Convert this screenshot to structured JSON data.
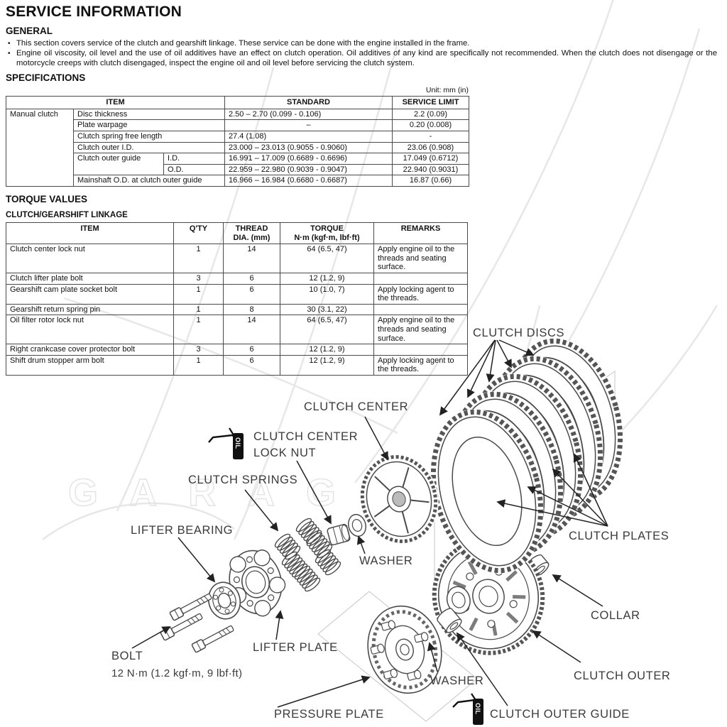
{
  "title": "SERVICE INFORMATION",
  "general": {
    "heading": "GENERAL",
    "bullets": [
      "This section covers service of the clutch and gearshift linkage. These service can be done with the engine installed in the frame.",
      "Engine oil viscosity, oil level and the use of oil additives have an effect on clutch operation. Oil additives of any kind are specifically not recommended. When the clutch does not disengage or the motorcycle creeps with clutch disengaged, inspect the engine oil and oil level before servicing the clutch system."
    ]
  },
  "specifications": {
    "heading": "SPECIFICATIONS",
    "unit_note": "Unit: mm (in)",
    "table": {
      "headers": [
        "ITEM",
        "STANDARD",
        "SERVICE LIMIT"
      ],
      "group": "Manual clutch",
      "rows": [
        {
          "item": "Disc thickness",
          "standard": "2.50 – 2.70 (0.099 - 0.106)",
          "limit": "2.2 (0.09)"
        },
        {
          "item": "Plate warpage",
          "standard": "–",
          "limit": "0.20 (0.008)"
        },
        {
          "item": "Clutch spring free length",
          "standard": "27.4 (1.08)",
          "limit": "-"
        },
        {
          "item": "Clutch outer I.D.",
          "standard": "23.000 – 23.013 (0.9055 - 0.9060)",
          "limit": "23.06 (0.908)"
        },
        {
          "item": "Clutch outer guide",
          "sub": "I.D.",
          "standard": "16.991 – 17.009 (0.6689 - 0.6696)",
          "limit": "17.049 (0.6712)"
        },
        {
          "sub": "O.D.",
          "standard": "22.959 – 22.980 (0.9039 - 0.9047)",
          "limit": "22.940 (0.9031)"
        },
        {
          "item": "Mainshaft O.D. at clutch outer guide",
          "standard": "16.966 – 16.984 (0.6680 - 0.6687)",
          "limit": "16.87 (0.66)"
        }
      ]
    }
  },
  "torque": {
    "heading": "TORQUE VALUES",
    "subheading": "CLUTCH/GEARSHIFT LINKAGE",
    "table": {
      "headers": {
        "item": "ITEM",
        "qty": "Q'TY",
        "thread": "THREAD\nDIA. (mm)",
        "torque": "TORQUE\nN·m (kgf·m, lbf·ft)",
        "remarks": "REMARKS"
      },
      "rows": [
        {
          "item": "Clutch center lock nut",
          "qty": "1",
          "thread": "14",
          "torque": "64 (6.5, 47)",
          "remarks": "Apply engine oil to the threads and seating surface."
        },
        {
          "item": "Clutch lifter plate bolt",
          "qty": "3",
          "thread": "6",
          "torque": "12 (1.2, 9)",
          "remarks": ""
        },
        {
          "item": "Gearshift cam plate socket bolt",
          "qty": "1",
          "thread": "6",
          "torque": "10 (1.0, 7)",
          "remarks": "Apply locking agent to the threads."
        },
        {
          "item": "Gearshift return spring pin",
          "qty": "1",
          "thread": "8",
          "torque": "30 (3.1, 22)",
          "remarks": ""
        },
        {
          "item": "Oil filter rotor lock nut",
          "qty": "1",
          "thread": "14",
          "torque": "64 (6.5, 47)",
          "remarks": "Apply engine oil to the threads and seating surface."
        },
        {
          "item": "Right crankcase cover protector bolt",
          "qty": "3",
          "thread": "6",
          "torque": "12 (1.2, 9)",
          "remarks": ""
        },
        {
          "item": "Shift drum stopper arm bolt",
          "qty": "1",
          "thread": "6",
          "torque": "12 (1.2, 9)",
          "remarks": "Apply locking agent to the threads."
        }
      ]
    }
  },
  "diagram": {
    "oil_tag": "OIL",
    "watermark": "GARAGE",
    "labels": {
      "clutch_discs": "CLUTCH DISCS",
      "clutch_plates": "CLUTCH PLATES",
      "clutch_center": "CLUTCH CENTER",
      "clutch_center_lock_nut_line1": "CLUTCH CENTER",
      "clutch_center_lock_nut_line2": "LOCK NUT",
      "clutch_springs": "CLUTCH SPRINGS",
      "lifter_bearing": "LIFTER BEARING",
      "washer_upper": "WASHER",
      "washer_lower": "WASHER",
      "collar": "COLLAR",
      "lifter_plate": "LIFTER PLATE",
      "bolt": "BOLT",
      "bolt_torque": "12 N·m (1.2 kgf·m, 9 lbf·ft)",
      "clutch_outer": "CLUTCH OUTER",
      "pressure_plate": "PRESSURE PLATE",
      "clutch_outer_guide": "CLUTCH OUTER GUIDE"
    }
  }
}
